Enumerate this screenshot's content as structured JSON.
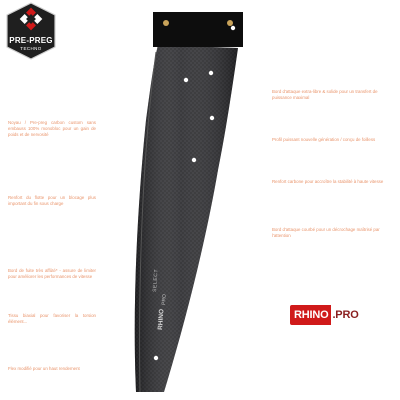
{
  "badge": {
    "line1": "PRE-PREG",
    "line2": "TECHNO",
    "colors": {
      "frame": "#1f1f1f",
      "red": "#d01a1a",
      "white": "#ffffff"
    }
  },
  "product": {
    "fin_text_1": "SELECT",
    "fin_text_2": "RHINO",
    "fin_text_3": "PRO"
  },
  "annotations_left": [
    "Noyau / Pre-preg carbon custom sans embauss 100% monobloc pour un gain de poids et de nervosité",
    "Renfort du flotte pour un blocage plus important du fin sous charge",
    "Bord de fuite très affûté* - assure de limiter pour améliorer les performances de vitesse",
    "Tissu biaxial pour favoriser la torsion élément...",
    "Flex modifié pour un haut rendement"
  ],
  "annotations_right": [
    "Bord d'attaque extra-libre & solide pour un transfert de puissance maximal",
    "Profil puissant nouvelle génération / conçu de foilless",
    "Renfort carbone pour accroître la stabilité à haute vitesse",
    "Bord d'attaque courbé pour un décrochage maîtrisé par l'attention"
  ],
  "brand": {
    "part1": "RHINO",
    "part2": ".PRO",
    "colors": {
      "red": "#d01a1a",
      "dark_red": "#8a1e1e"
    }
  },
  "colors": {
    "annotation": "#e9946b",
    "fin_body": "#2b2b2e",
    "fin_head": "#0d0d0d",
    "screw": "#c9a35a"
  }
}
